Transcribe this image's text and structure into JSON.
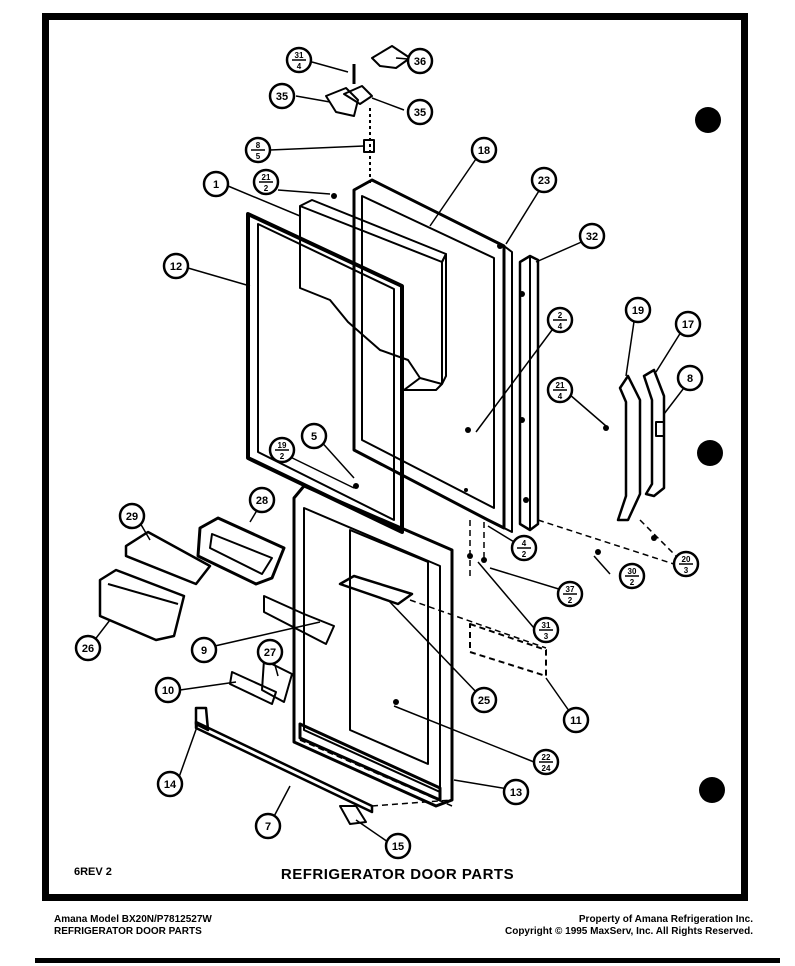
{
  "diagram": {
    "title": "REFRIGERATOR DOOR PARTS",
    "revision": "6REV 2",
    "callouts": [
      {
        "id": "c-36-top",
        "text": "36"
      },
      {
        "id": "c-31-4-top",
        "text": "31/4",
        "fraction": [
          "31",
          "4"
        ]
      },
      {
        "id": "c-35-left",
        "text": "35"
      },
      {
        "id": "c-35-right",
        "text": "35"
      },
      {
        "id": "c-8-5",
        "text": "8/5",
        "fraction": [
          "8",
          "5"
        ]
      },
      {
        "id": "c-1",
        "text": "1"
      },
      {
        "id": "c-21-2",
        "text": "21/2",
        "fraction": [
          "21",
          "2"
        ]
      },
      {
        "id": "c-18",
        "text": "18"
      },
      {
        "id": "c-23",
        "text": "23"
      },
      {
        "id": "c-12",
        "text": "12"
      },
      {
        "id": "c-32",
        "text": "32"
      },
      {
        "id": "c-2-4",
        "text": "2/4",
        "fraction": [
          "2",
          "4"
        ]
      },
      {
        "id": "c-19",
        "text": "19"
      },
      {
        "id": "c-17",
        "text": "17"
      },
      {
        "id": "c-21-4",
        "text": "21/4",
        "fraction": [
          "21",
          "4"
        ]
      },
      {
        "id": "c-8",
        "text": "8"
      },
      {
        "id": "c-19-2",
        "text": "19/2",
        "fraction": [
          "19",
          "2"
        ]
      },
      {
        "id": "c-5",
        "text": "5"
      },
      {
        "id": "c-29",
        "text": "29"
      },
      {
        "id": "c-28",
        "text": "28"
      },
      {
        "id": "c-4-2",
        "text": "4/2",
        "fraction": [
          "4",
          "2"
        ]
      },
      {
        "id": "c-30-2",
        "text": "30/2",
        "fraction": [
          "30",
          "2"
        ]
      },
      {
        "id": "c-20-3",
        "text": "20/3",
        "fraction": [
          "20",
          "3"
        ]
      },
      {
        "id": "c-37-2",
        "text": "37/2",
        "fraction": [
          "37",
          "2"
        ]
      },
      {
        "id": "c-26",
        "text": "26"
      },
      {
        "id": "c-9",
        "text": "9"
      },
      {
        "id": "c-31-3",
        "text": "31/3",
        "fraction": [
          "31",
          "3"
        ]
      },
      {
        "id": "c-27",
        "text": "27"
      },
      {
        "id": "c-25",
        "text": "25"
      },
      {
        "id": "c-10",
        "text": "10"
      },
      {
        "id": "c-11",
        "text": "11"
      },
      {
        "id": "c-22-24",
        "text": "22/24",
        "fraction": [
          "22",
          "24"
        ]
      },
      {
        "id": "c-14",
        "text": "14"
      },
      {
        "id": "c-13",
        "text": "13"
      },
      {
        "id": "c-7",
        "text": "7"
      },
      {
        "id": "c-15",
        "text": "15"
      }
    ]
  },
  "footer": {
    "left_line1": "Amana Model BX20N/P7812527W",
    "left_line2": "REFRIGERATOR DOOR PARTS",
    "right_line1": "Property of Amana Refrigeration Inc.",
    "right_line2": "Copyright © 1995 MaxServ, Inc.  All Rights Reserved."
  }
}
